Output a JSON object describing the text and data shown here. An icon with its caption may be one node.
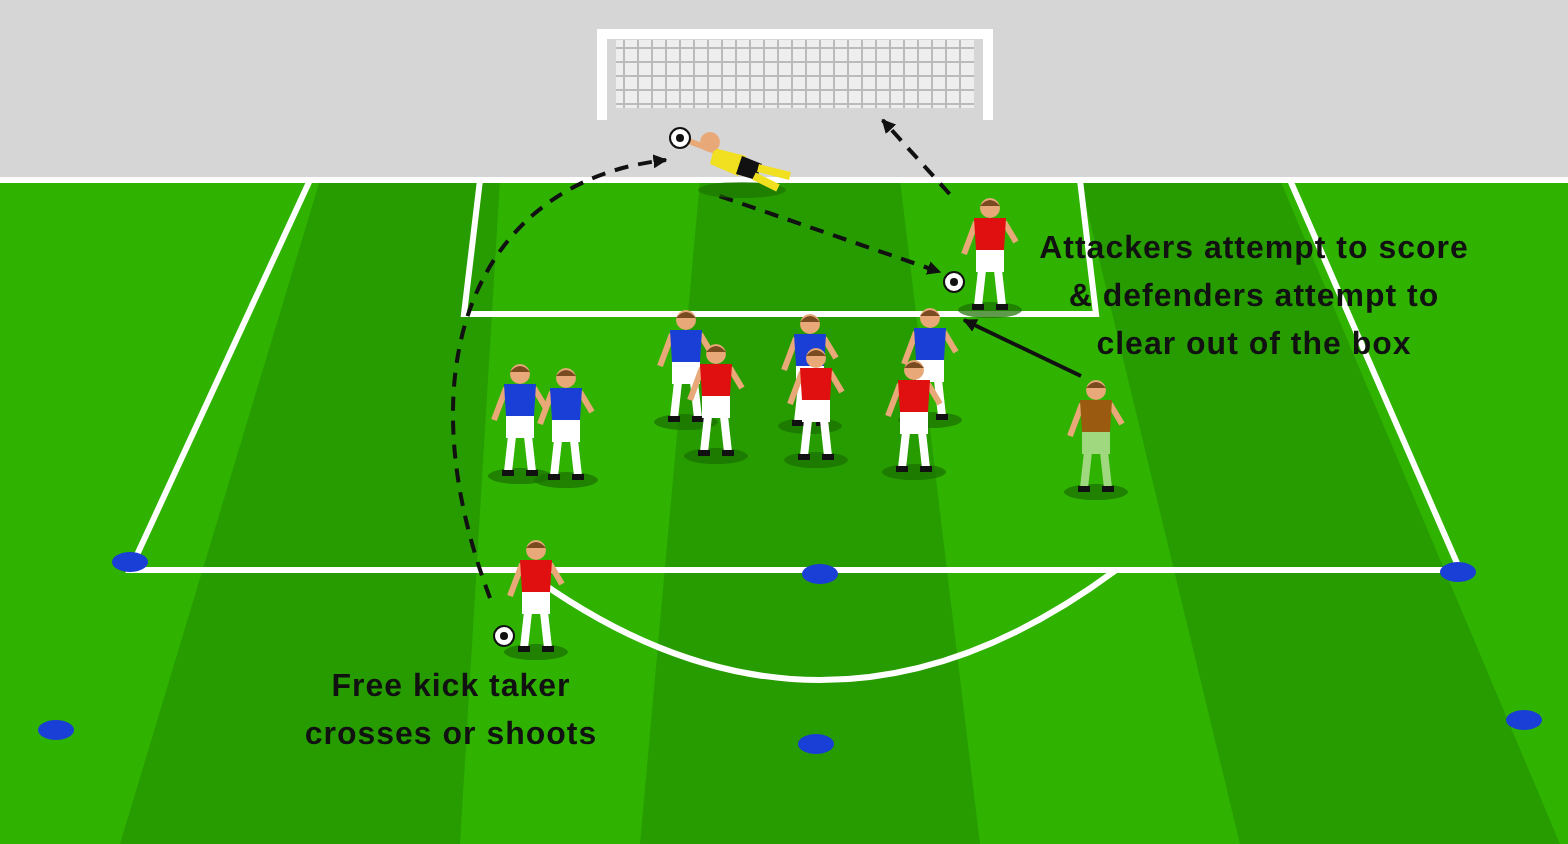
{
  "diagram": {
    "nodes": [
      {
        "text": [],
        "shape": "person",
        "beside": [
          "Free kick taker crosses or shoots"
        ]
      },
      {
        "text": [],
        "shape": "person"
      },
      {
        "text": [],
        "shape": "person"
      },
      {
        "text": [],
        "shape": "picture"
      },
      {
        "text": [],
        "shape": "person"
      }
    ],
    "edges": [
      {
        "from": 0,
        "to": 1,
        "arrow": "to",
        "style": "dashed"
      },
      {
        "from": 1,
        "to": 2,
        "arrow": "to",
        "style": "dashed"
      },
      {
        "from": 2,
        "to": 3,
        "arrow": "to",
        "style": "dashed"
      },
      {
        "from": 4,
        "to": 2,
        "arrow": "to"
      }
    ],
    "labels": [
      "Attackers attempt to score & defenders attempt to clear out of the box"
    ]
  }
}
